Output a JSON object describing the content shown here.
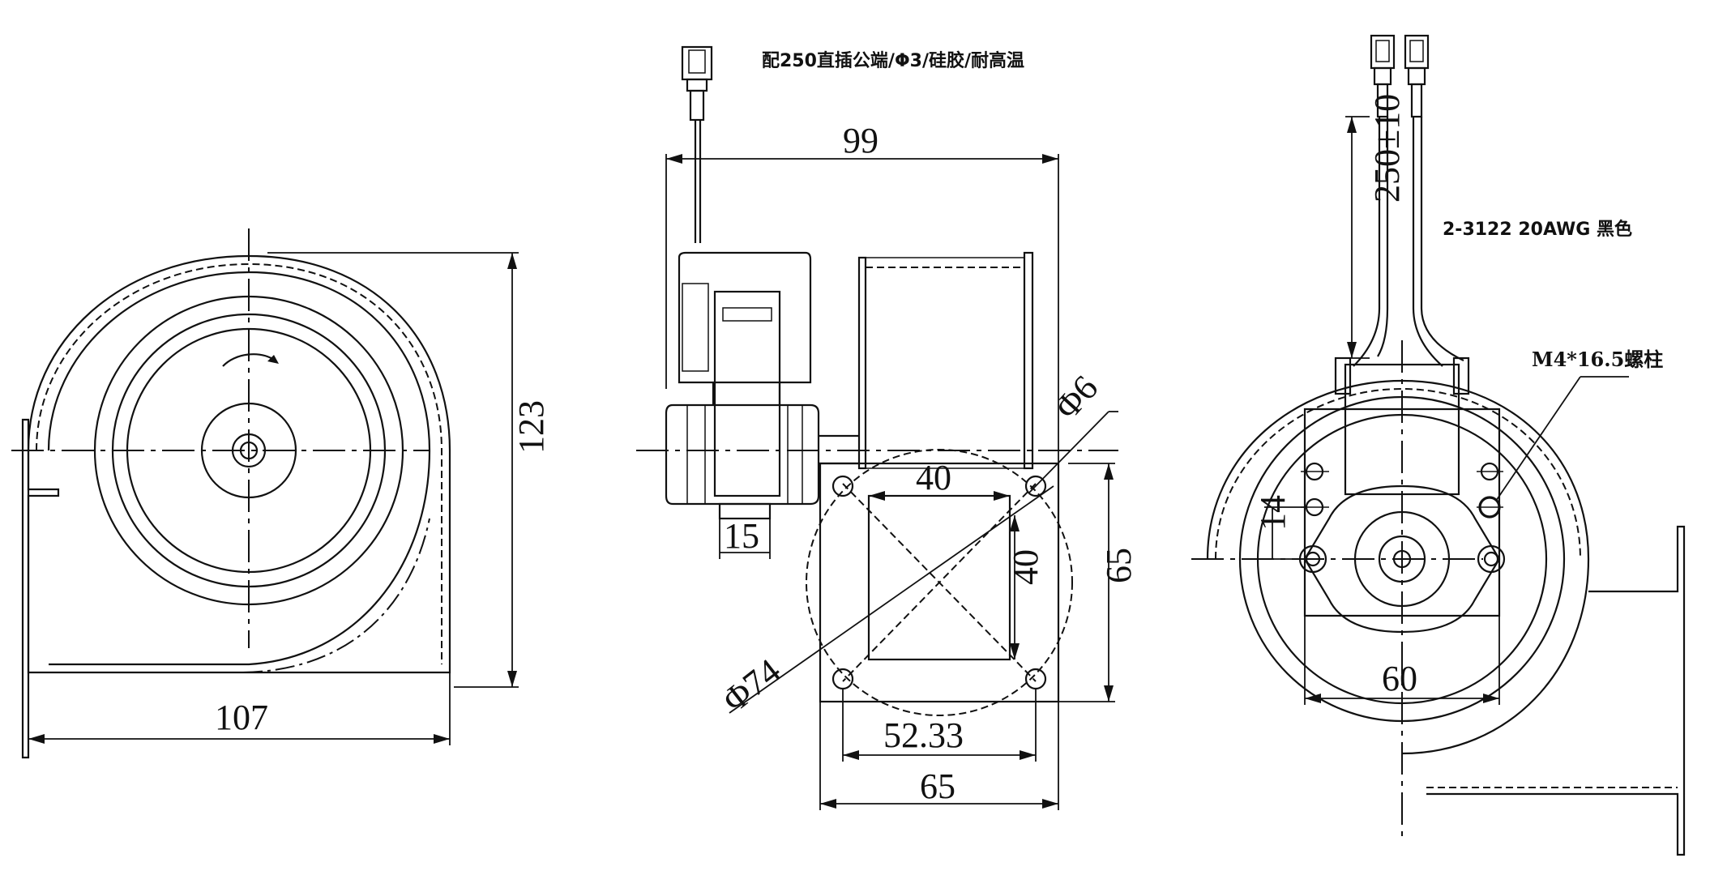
{
  "notes": {
    "terminal": "配250直插公端/Φ3/硅胶/耐高温",
    "wire": "2-3122 20AWG 黑色",
    "stud": "M4*16.5螺柱"
  },
  "dims": {
    "front_width": "107",
    "front_height": "123",
    "side_width": "99",
    "side_15": "15",
    "hole_dia": "Φ6",
    "circle_dia": "Φ74",
    "square_40_h": "40",
    "square_40_v": "40",
    "flange_65_v": "65",
    "hole_pitch": "52.33",
    "flange_65_h": "65",
    "lead_length": "250±10",
    "bracket_14": "14",
    "mount_60": "60"
  }
}
